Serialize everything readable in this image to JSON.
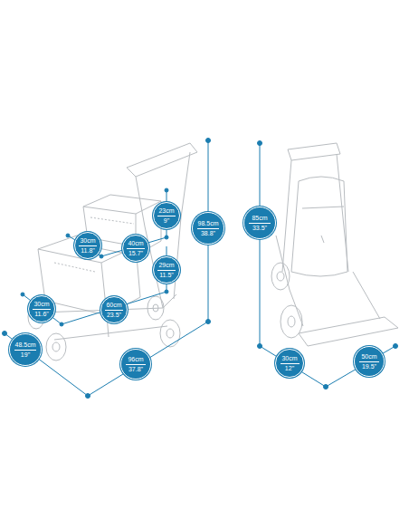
{
  "diagram": {
    "labels": [
      "23cm",
      "9\"",
      "30cm",
      "11.8\"",
      "40cm",
      "15.7\"",
      "98.5cm",
      "38.8\"",
      "29cm",
      "11.5\"",
      "30cm",
      "11.6\"",
      "60cm",
      "23.5\"",
      "48.5cm",
      "19\"",
      "96cm",
      "37.8\"",
      "85cm",
      "33.5\"",
      "30cm",
      "12\"",
      "50cm",
      "19.5\""
    ]
  }
}
